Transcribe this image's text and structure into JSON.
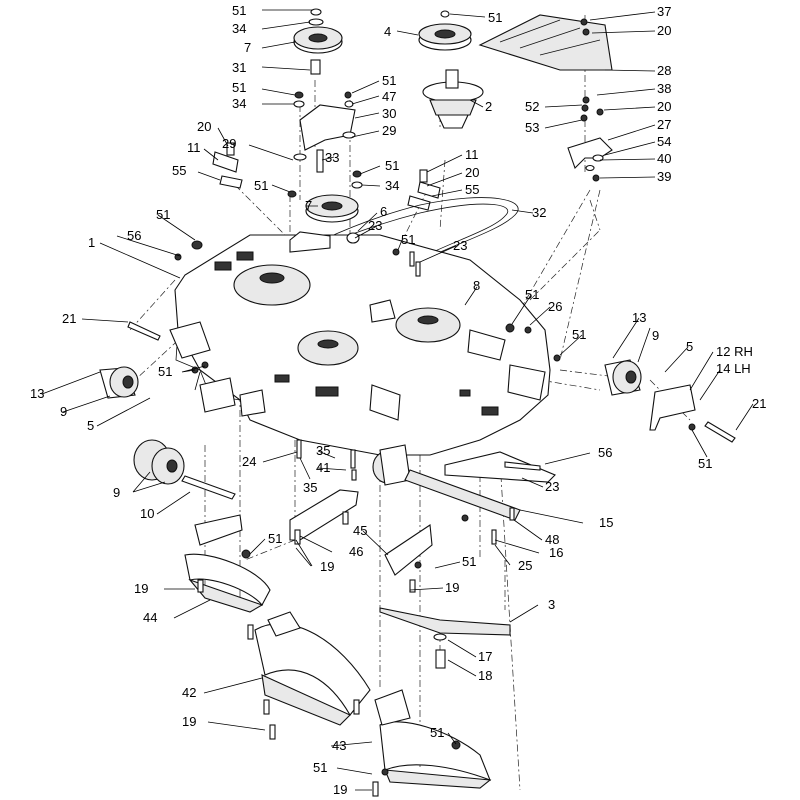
{
  "labels": [
    {
      "key": "p51a",
      "text": "51"
    },
    {
      "key": "p34a",
      "text": "34"
    },
    {
      "key": "p7a",
      "text": "7"
    },
    {
      "key": "p31",
      "text": "31"
    },
    {
      "key": "p51b",
      "text": "51"
    },
    {
      "key": "p34b",
      "text": "34"
    },
    {
      "key": "p20a",
      "text": "20"
    },
    {
      "key": "p11a",
      "text": "11"
    },
    {
      "key": "p55a",
      "text": "55"
    },
    {
      "key": "p29a",
      "text": "29"
    },
    {
      "key": "p51c",
      "text": "51"
    },
    {
      "key": "p47",
      "text": "47"
    },
    {
      "key": "p30",
      "text": "30"
    },
    {
      "key": "p29b",
      "text": "29"
    },
    {
      "key": "p33",
      "text": "33"
    },
    {
      "key": "p51d",
      "text": "51"
    },
    {
      "key": "p34c",
      "text": "34"
    },
    {
      "key": "p7b",
      "text": "7"
    },
    {
      "key": "p51e",
      "text": "51"
    },
    {
      "key": "p4",
      "text": "4"
    },
    {
      "key": "p51f",
      "text": "51"
    },
    {
      "key": "p2",
      "text": "2"
    },
    {
      "key": "p11b",
      "text": "11"
    },
    {
      "key": "p20b",
      "text": "20"
    },
    {
      "key": "p55b",
      "text": "55"
    },
    {
      "key": "p6",
      "text": "6"
    },
    {
      "key": "p23a",
      "text": "23"
    },
    {
      "key": "p51g",
      "text": "51"
    },
    {
      "key": "p23b",
      "text": "23"
    },
    {
      "key": "p32",
      "text": "32"
    },
    {
      "key": "p37",
      "text": "37"
    },
    {
      "key": "p20c",
      "text": "20"
    },
    {
      "key": "p28",
      "text": "28"
    },
    {
      "key": "p38",
      "text": "38"
    },
    {
      "key": "p52",
      "text": "52"
    },
    {
      "key": "p20d",
      "text": "20"
    },
    {
      "key": "p53",
      "text": "53"
    },
    {
      "key": "p27",
      "text": "27"
    },
    {
      "key": "p54",
      "text": "54"
    },
    {
      "key": "p40",
      "text": "40"
    },
    {
      "key": "p39",
      "text": "39"
    },
    {
      "key": "p51h",
      "text": "51"
    },
    {
      "key": "p56a",
      "text": "56"
    },
    {
      "key": "p1",
      "text": "1"
    },
    {
      "key": "p21a",
      "text": "21"
    },
    {
      "key": "p8",
      "text": "8"
    },
    {
      "key": "p51i",
      "text": "51"
    },
    {
      "key": "p26",
      "text": "26"
    },
    {
      "key": "p51j",
      "text": "51"
    },
    {
      "key": "p13a",
      "text": "13"
    },
    {
      "key": "p9a",
      "text": "9"
    },
    {
      "key": "p5a",
      "text": "5"
    },
    {
      "key": "p12",
      "text": "12 RH"
    },
    {
      "key": "p14",
      "text": "14 LH"
    },
    {
      "key": "p21b",
      "text": "21"
    },
    {
      "key": "p51k",
      "text": "51"
    },
    {
      "key": "p13b",
      "text": "13"
    },
    {
      "key": "p51l",
      "text": "51"
    },
    {
      "key": "p9b",
      "text": "9"
    },
    {
      "key": "p5b",
      "text": "5"
    },
    {
      "key": "p35a",
      "text": "35"
    },
    {
      "key": "p41",
      "text": "41"
    },
    {
      "key": "p24",
      "text": "24"
    },
    {
      "key": "p35b",
      "text": "35"
    },
    {
      "key": "p56b",
      "text": "56"
    },
    {
      "key": "p9c",
      "text": "9"
    },
    {
      "key": "p10",
      "text": "10"
    },
    {
      "key": "p23c",
      "text": "23"
    },
    {
      "key": "p15",
      "text": "15"
    },
    {
      "key": "p48",
      "text": "48"
    },
    {
      "key": "p16",
      "text": "16"
    },
    {
      "key": "p25",
      "text": "25"
    },
    {
      "key": "p45",
      "text": "45"
    },
    {
      "key": "p46",
      "text": "46"
    },
    {
      "key": "p51m",
      "text": "51"
    },
    {
      "key": "p19a",
      "text": "19"
    },
    {
      "key": "p51n",
      "text": "51"
    },
    {
      "key": "p19b",
      "text": "19"
    },
    {
      "key": "p19c",
      "text": "19"
    },
    {
      "key": "p3",
      "text": "3"
    },
    {
      "key": "p44",
      "text": "44"
    },
    {
      "key": "p17",
      "text": "17"
    },
    {
      "key": "p18",
      "text": "18"
    },
    {
      "key": "p42",
      "text": "42"
    },
    {
      "key": "p19d",
      "text": "19"
    },
    {
      "key": "p43",
      "text": "43"
    },
    {
      "key": "p51o",
      "text": "51"
    },
    {
      "key": "p51p",
      "text": "51"
    },
    {
      "key": "p19e",
      "text": "19"
    }
  ]
}
